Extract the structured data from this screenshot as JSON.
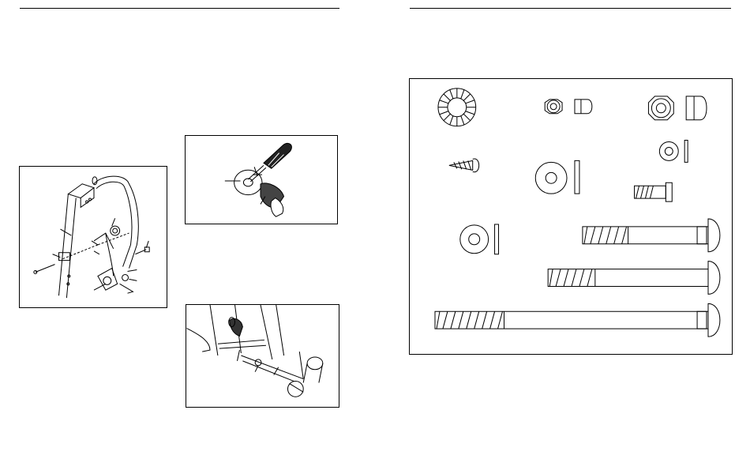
{
  "page": {
    "left_page": {
      "figures": [
        {
          "name": "assembly-diagram-handlebar",
          "description_icon": "handlebar-assembly-icon"
        },
        {
          "name": "assembly-diagram-screwdriver",
          "description_icon": "screwdriver-cap-icon"
        },
        {
          "name": "assembly-diagram-base",
          "description_icon": "stabilizer-base-icon"
        }
      ]
    },
    "right_page": {
      "hardware_chart": {
        "items": [
          "star-washer-icon",
          "small-nut-icon",
          "large-nut-icon",
          "screw-icon",
          "large-flat-washer-icon",
          "small-washer-icon",
          "short-bolt-icon",
          "flat-washer-icon",
          "medium-carriage-bolt-icon",
          "long-carriage-bolt-icon",
          "longest-carriage-bolt-icon"
        ]
      }
    }
  }
}
